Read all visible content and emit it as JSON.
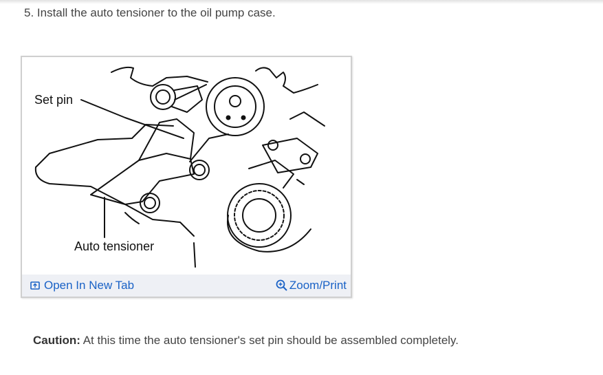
{
  "step": {
    "text": "5. Install the auto tensioner to the oil pump case."
  },
  "figure": {
    "labels": {
      "set_pin": "Set pin",
      "auto_tensioner": "Auto tensioner"
    },
    "open_link": "Open In New Tab",
    "zoom_link": "Zoom/Print",
    "icons": {
      "open": "open-in-new-tab-icon",
      "zoom": "zoom-magnifier-icon"
    }
  },
  "caution": {
    "label": "Caution:",
    "text": " At this time the auto tensioner's set pin should be assembled completely."
  },
  "colors": {
    "link": "#1a62c6",
    "footer_bg": "#eef0f5"
  }
}
